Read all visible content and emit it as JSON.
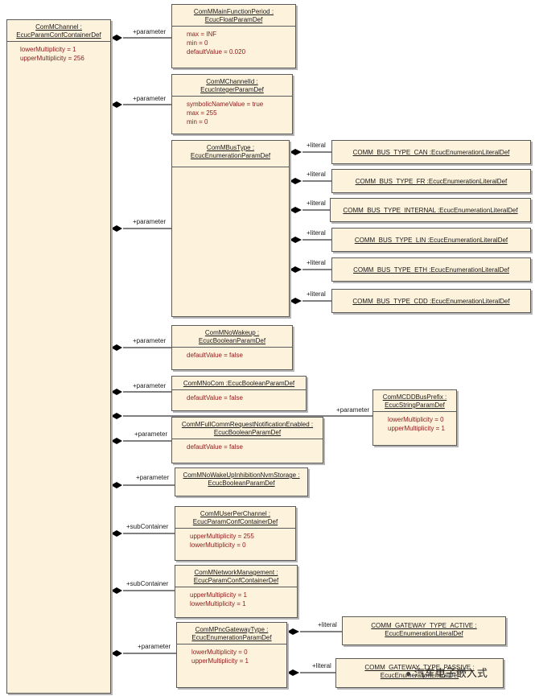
{
  "main": {
    "name": "ComMChannel :",
    "type": "EcucParamConfContainerDef",
    "attrs": [
      "lowerMultiplicity = 1",
      "upperMultiplicity = 256"
    ]
  },
  "boxes": {
    "mainfunc": {
      "name": "ComMMainFunctionPeriod :",
      "type": "EcucFloatParamDef",
      "attrs": [
        "max = INF",
        "min = 0",
        "defaultValue = 0.020"
      ]
    },
    "channelid": {
      "name": "ComMChannelId :",
      "type": "EcucIntegerParamDef",
      "attrs": [
        "symbolicNameValue = true",
        "max = 255",
        "min = 0"
      ]
    },
    "bustype": {
      "name": "ComMBusType :",
      "type": "EcucEnumerationParamDef"
    },
    "nowakeup": {
      "name": "ComMNoWakeup :",
      "type": "EcucBooleanParamDef",
      "attrs": [
        "defaultValue = false"
      ]
    },
    "nocom": {
      "title": "ComMNoCom :EcucBooleanParamDef",
      "attrs": [
        "defaultValue = false"
      ]
    },
    "cddbus": {
      "name": "ComMCDDBusPrefix :",
      "type": "EcucStringParamDef",
      "attrs": [
        "lowerMultiplicity = 0",
        "upperMultiplicity = 1"
      ]
    },
    "fullcomm": {
      "name": "ComMFullCommRequestNotificationEnabled :",
      "type": "EcucBooleanParamDef",
      "attrs": [
        "defaultValue = false"
      ]
    },
    "nowakeupinh": {
      "name": "ComMNoWakeUpInhibitionNvmStorage :",
      "type": "EcucBooleanParamDef"
    },
    "userper": {
      "name": "ComMUserPerChannel :",
      "type": "EcucParamConfContainerDef",
      "attrs": [
        "upperMultiplicity = 255",
        "lowerMultiplicity = 0"
      ]
    },
    "netman": {
      "name": "ComMNetworkManagement :",
      "type": "EcucParamConfContainerDef",
      "attrs": [
        "upperMultiplicity = 1",
        "lowerMultiplicity = 1"
      ]
    },
    "pncgw": {
      "name": "ComMPncGatewayType :",
      "type": "EcucEnumerationParamDef",
      "attrs": [
        "lowerMultiplicity = 0",
        "upperMultiplicity = 1"
      ]
    }
  },
  "bus_literals": [
    "COMM_BUS_TYPE_CAN :EcucEnumerationLiteralDef",
    "COMM_BUS_TYPE_FR :EcucEnumerationLiteralDef",
    "COMM_BUS_TYPE_INTERNAL :EcucEnumerationLiteralDef",
    "COMM_BUS_TYPE_LIN :EcucEnumerationLiteralDef",
    "COMM_BUS_TYPE_ETH :EcucEnumerationLiteralDef",
    "COMM_BUS_TYPE_CDD :EcucEnumerationLiteralDef"
  ],
  "gw_literals": [
    {
      "name": "COMM_GATEWAY_TYPE_ACTIVE :",
      "type": "EcucEnumerationLiteralDef"
    },
    {
      "name": "COMM_GATEWAY_TYPE_PASSIVE :",
      "type": "EcucEnumerationLiteralDef"
    }
  ],
  "roles": {
    "parameter": "+parameter",
    "subcontainer": "+subContainer",
    "literal": "+literal"
  },
  "watermark": "汽车电子嵌入式"
}
